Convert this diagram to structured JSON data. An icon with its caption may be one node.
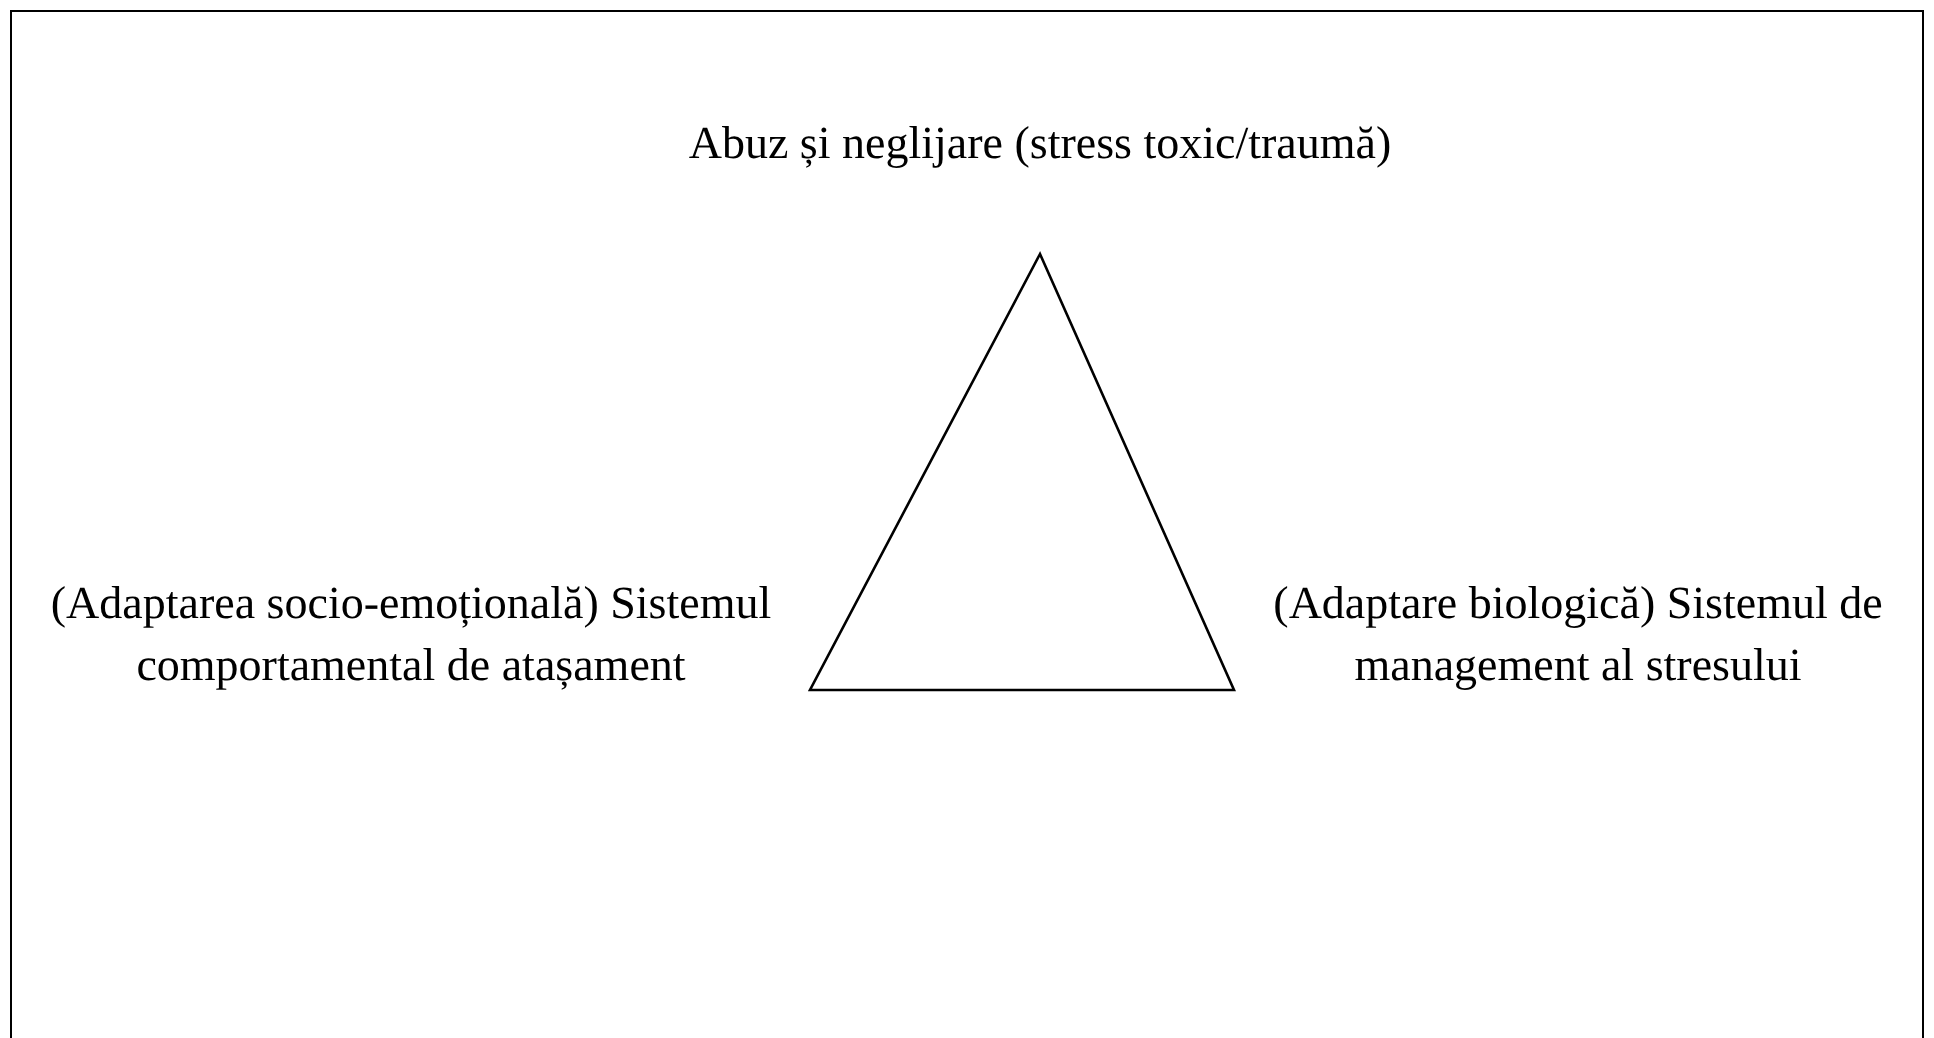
{
  "diagram": {
    "labels": [
      "Abuz și neglijare (stress toxic/traumă)",
      "(Adaptarea socio-emoțională) Sistemul comportamental de atașament",
      "(Adaptare biologică) Sistemul de management al stresului"
    ]
  }
}
